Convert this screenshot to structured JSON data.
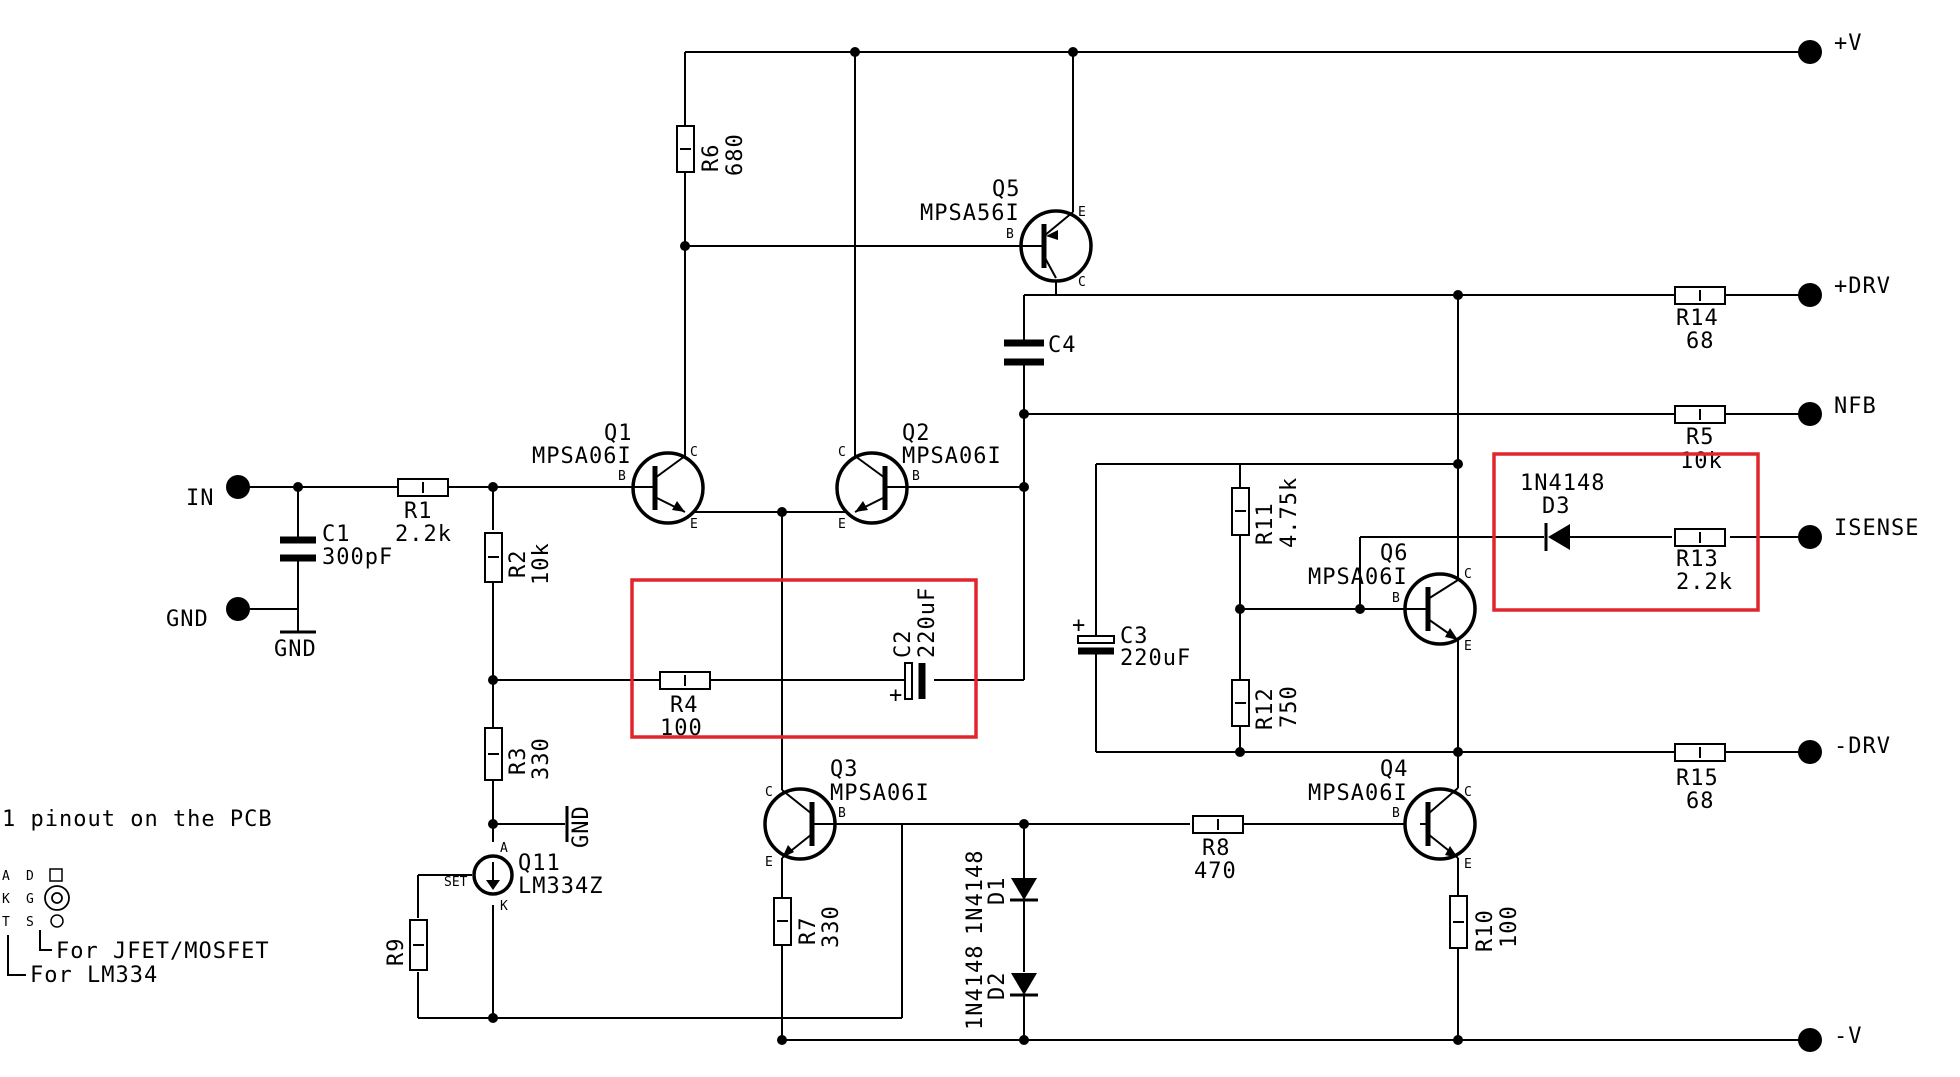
{
  "colors": {
    "wire": "#000000",
    "highlight": "#e0262d",
    "background": "#ffffff"
  },
  "ports": {
    "vplus": "+V",
    "drv_plus": "+DRV",
    "nfb": "NFB",
    "isense": "ISENSE",
    "drv_minus": "-DRV",
    "vminus": "-V",
    "in": "IN",
    "gnd": "GND"
  },
  "components": {
    "R1": {
      "ref": "R1",
      "value": "2.2k"
    },
    "R2": {
      "ref": "R2",
      "value": "10k"
    },
    "R3": {
      "ref": "R3",
      "value": "330"
    },
    "R4": {
      "ref": "R4",
      "value": "100"
    },
    "R5": {
      "ref": "R5",
      "value": "10k"
    },
    "R6": {
      "ref": "R6",
      "value": "680"
    },
    "R7": {
      "ref": "R7",
      "value": "330"
    },
    "R8": {
      "ref": "R8",
      "value": "470"
    },
    "R9": {
      "ref": "R9",
      "value": ""
    },
    "R10": {
      "ref": "R10",
      "value": "100"
    },
    "R11": {
      "ref": "R11",
      "value": "4.75k"
    },
    "R12": {
      "ref": "R12",
      "value": "750"
    },
    "R13": {
      "ref": "R13",
      "value": "2.2k"
    },
    "R14": {
      "ref": "R14",
      "value": "68"
    },
    "R15": {
      "ref": "R15",
      "value": "68"
    },
    "C1": {
      "ref": "C1",
      "value": "300pF"
    },
    "C2": {
      "ref": "C2",
      "value": "220uF"
    },
    "C3": {
      "ref": "C3",
      "value": "220uF"
    },
    "C4": {
      "ref": "C4",
      "value": ""
    },
    "D1": {
      "ref": "D1",
      "value": "1N4148"
    },
    "D2": {
      "ref": "D2",
      "value": "1N4148"
    },
    "D3": {
      "ref": "D3",
      "value": "1N4148"
    },
    "Q1": {
      "ref": "Q1",
      "value": "MPSA06I"
    },
    "Q2": {
      "ref": "Q2",
      "value": "MPSA06I"
    },
    "Q3": {
      "ref": "Q3",
      "value": "MPSA06I"
    },
    "Q4": {
      "ref": "Q4",
      "value": "MPSA06I"
    },
    "Q5": {
      "ref": "Q5",
      "value": "MPSA56I"
    },
    "Q6": {
      "ref": "Q6",
      "value": "MPSA06I"
    },
    "Q11": {
      "ref": "Q11",
      "value": "LM334Z"
    }
  },
  "pins": {
    "b": "B",
    "c": "C",
    "e": "E",
    "a": "A",
    "k": "K",
    "set": "SET",
    "plus": "+",
    "minus": "-"
  },
  "legend": {
    "title": "1 pinout on the PCB",
    "col1": [
      "A",
      "K",
      "T"
    ],
    "col2": [
      "D",
      "G",
      "S"
    ],
    "jfet": "For JFET/MOSFET",
    "lm334": "For LM334"
  }
}
